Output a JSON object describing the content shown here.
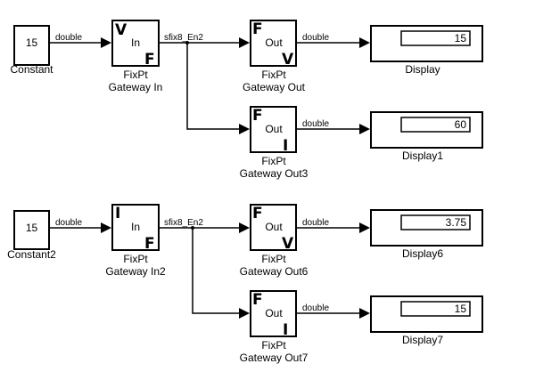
{
  "diagram": {
    "groups": [
      {
        "constant": {
          "value": "15",
          "label": "Constant"
        },
        "wire_in_label": "double",
        "gateway_in": {
          "text": "In",
          "corner_top": "V",
          "corner_bottom": "F",
          "label_line1": "FixPt",
          "label_line2": "Gateway In"
        },
        "fixed_signal_label": "sfix8_En2",
        "outputs": [
          {
            "gateway": {
              "text": "Out",
              "corner_top": "F",
              "corner_bottom": "V",
              "label_line1": "FixPt",
              "label_line2": "Gateway Out"
            },
            "wire_label": "double",
            "display": {
              "value": "15",
              "label": "Display"
            }
          },
          {
            "gateway": {
              "text": "Out",
              "corner_top": "F",
              "corner_bottom": "I",
              "label_line1": "FixPt",
              "label_line2": "Gateway Out3"
            },
            "wire_label": "double",
            "display": {
              "value": "60",
              "label": "Display1"
            }
          }
        ]
      },
      {
        "constant": {
          "value": "15",
          "label": "Constant2"
        },
        "wire_in_label": "double",
        "gateway_in": {
          "text": "In",
          "corner_top": "I",
          "corner_bottom": "F",
          "label_line1": "FixPt",
          "label_line2": "Gateway In2"
        },
        "fixed_signal_label": "sfix8_En2",
        "outputs": [
          {
            "gateway": {
              "text": "Out",
              "corner_top": "F",
              "corner_bottom": "V",
              "label_line1": "FixPt",
              "label_line2": "Gateway Out6"
            },
            "wire_label": "double",
            "display": {
              "value": "3.75",
              "label": "Display6"
            }
          },
          {
            "gateway": {
              "text": "Out",
              "corner_top": "F",
              "corner_bottom": "I",
              "label_line1": "FixPt",
              "label_line2": "Gateway Out7"
            },
            "wire_label": "double",
            "display": {
              "value": "15",
              "label": "Display7"
            }
          }
        ]
      }
    ]
  }
}
